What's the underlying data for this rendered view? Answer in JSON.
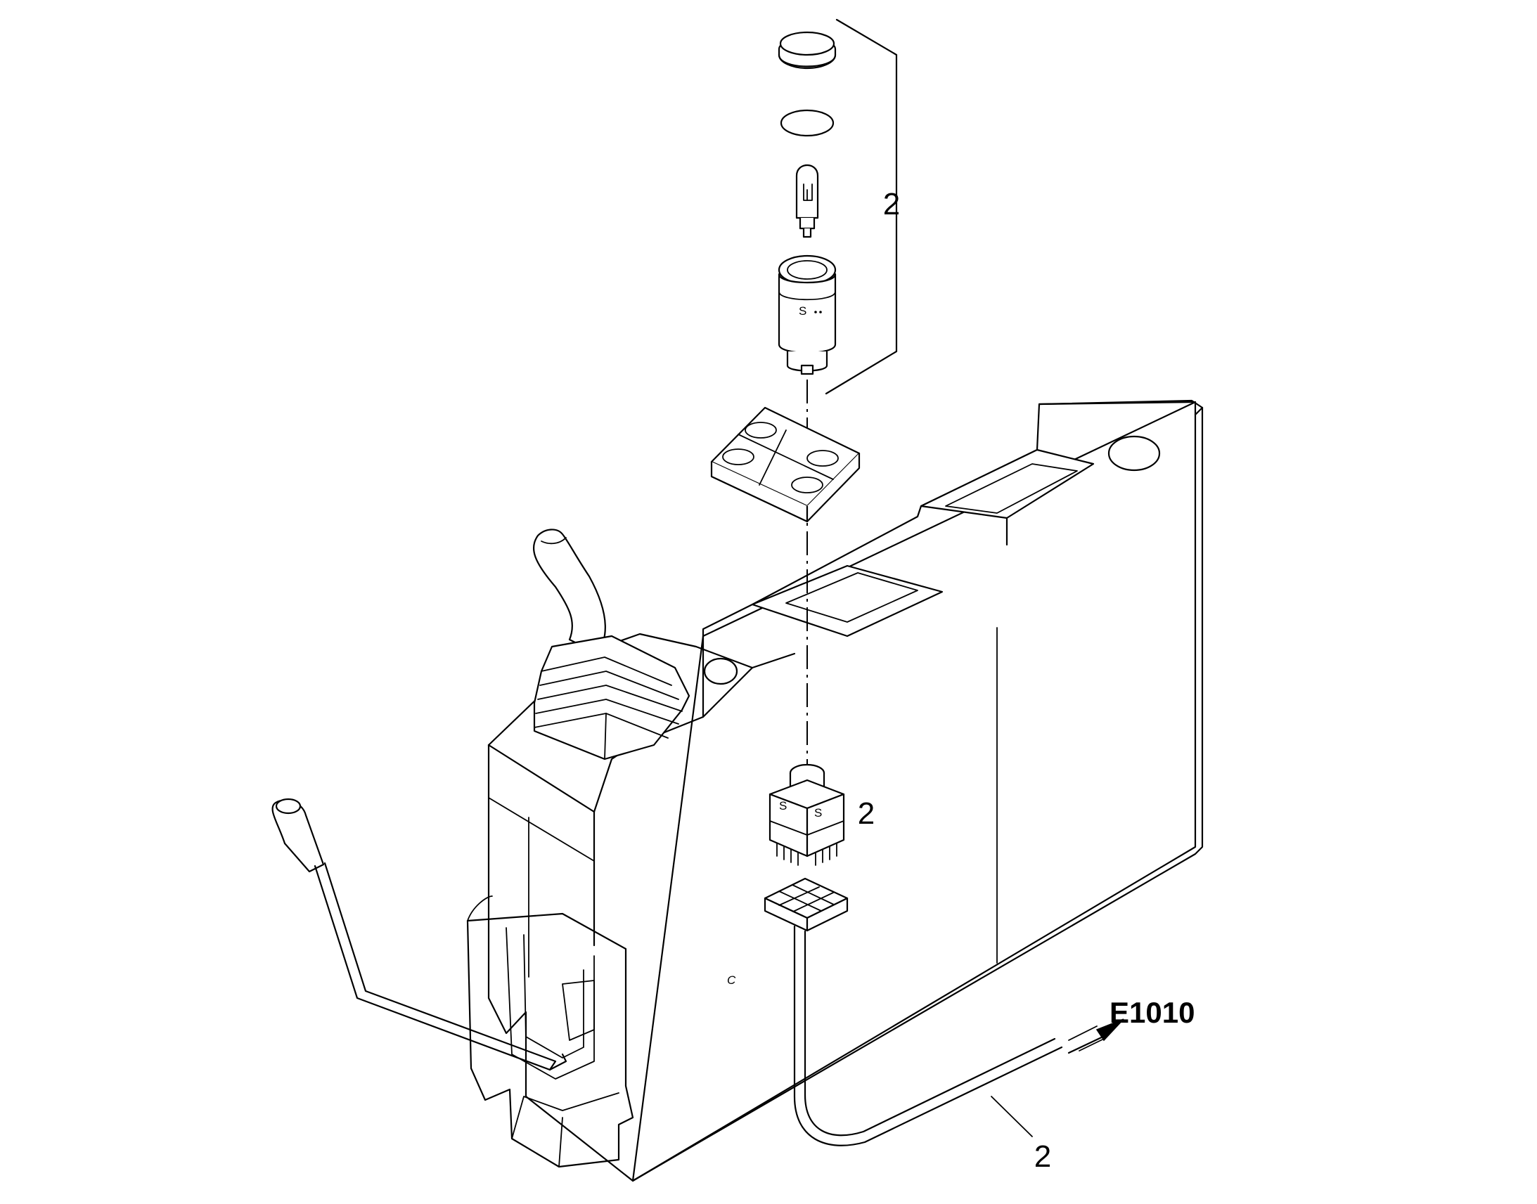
{
  "callouts": {
    "bracket_label": "2",
    "switch_label": "2",
    "cable_label": "2"
  },
  "reference": {
    "arrow_target": "E1010"
  },
  "part_marks": {
    "lamp_socket_mark": "S",
    "switch_mark_left": "S",
    "switch_mark_right": "S",
    "housing_mark": "C"
  },
  "colors": {
    "line": "#000000",
    "background": "#ffffff"
  }
}
